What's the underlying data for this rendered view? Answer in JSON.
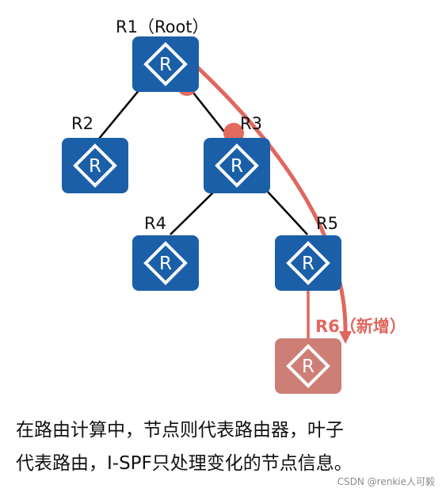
{
  "diagram": {
    "nodes": {
      "r1": {
        "label": "R1（Root）",
        "icon": "router-icon",
        "color": "#1b5fa8"
      },
      "r2": {
        "label": "R2",
        "icon": "router-icon",
        "color": "#1b5fa8"
      },
      "r3": {
        "label": "R3",
        "icon": "router-icon",
        "color": "#1b5fa8"
      },
      "r4": {
        "label": "R4",
        "icon": "router-icon",
        "color": "#1b5fa8"
      },
      "r5": {
        "label": "R5",
        "icon": "router-icon",
        "color": "#1b5fa8"
      },
      "r6": {
        "label": "R6（新增）",
        "icon": "router-icon",
        "color": "#cd7f76"
      }
    },
    "edges": [
      {
        "from": "R1",
        "to": "R2"
      },
      {
        "from": "R1",
        "to": "R3"
      },
      {
        "from": "R3",
        "to": "R4"
      },
      {
        "from": "R3",
        "to": "R5"
      },
      {
        "from": "R5",
        "to": "R6"
      }
    ],
    "accent_color": "#e0675f"
  },
  "caption": {
    "line1": "在路由计算中，节点则代表路由器，叶子",
    "line2": "代表路由，I-SPF只处理变化的节点信息。"
  },
  "watermark": "CSDN @renkie人可毅"
}
